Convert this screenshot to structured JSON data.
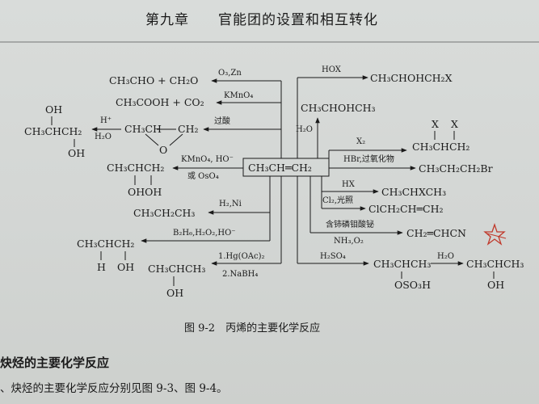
{
  "header": {
    "chapter": "第九章",
    "title": "官能团的设置和相互转化"
  },
  "diagram": {
    "center": "CH₃CH═CH₂",
    "left": [
      {
        "cond_top": "O₃,Zn",
        "product": "CH₃CHO + CH₂O"
      },
      {
        "cond_top": "KMnO₄",
        "product": "CH₃COOH + CO₂"
      },
      {
        "cond_top": "过酸",
        "epoxide": {
          "left": "CH₃CH",
          "right": "CH₂",
          "o": "O"
        },
        "next_top": "H⁺",
        "next_bottom": "H₂O",
        "diol": {
          "oh1": "OH",
          "chain": "CH₃CHCH₂",
          "oh2": "OH"
        }
      },
      {
        "cond_top": "KMnO₄, HO⁻",
        "cond_bottom": "或 OsO₄",
        "product": {
          "chain": "CH₃CHCH₂",
          "oh": "OHOH"
        }
      },
      {
        "cond_top": "H₂,Ni",
        "product": "CH₃CH₂CH₃"
      },
      {
        "cond_top": "B₂H₆,H₂O₂,HO⁻",
        "product": {
          "chain": "CH₃CHCH₂",
          "h": "H",
          "oh": "OH"
        }
      },
      {
        "cond_top": "1.Hg(OAc)₂",
        "cond_bottom": "2.NaBH₄",
        "product": {
          "chain": "CH₃CHCH₃",
          "oh": "OH"
        }
      }
    ],
    "right": [
      {
        "cond_top": "HOX",
        "product": "CH₃CHOHCH₂X"
      },
      {
        "cond_side": "H₂O",
        "product": "CH₃CHOHCH₃"
      },
      {
        "cond_top": "X₂",
        "product": {
          "x1": "X",
          "x2": "X",
          "chain": "CH₃CHCH₂"
        }
      },
      {
        "cond_top": "HBr,过氧化物",
        "product": "CH₃CH₂CH₂Br"
      },
      {
        "cond_top": "HX",
        "product": "CH₃CHXCH₃"
      },
      {
        "cond_top": "Cl₂,光照",
        "product": "ClCH₂CH═CH₂"
      },
      {
        "cond_top": "含铈磷钼酸铋",
        "cond_bottom": "NH₃,O₂",
        "product": "CH₂═CHCN"
      },
      {
        "cond_top": "H₂SO₄",
        "product": {
          "chain": "CH₃CHCH₃",
          "sub": "OSO₃H"
        },
        "next_top": "H₂O",
        "final": {
          "chain": "CH₃CHCH₃",
          "oh": "OH"
        }
      }
    ],
    "caption": "图 9-2　丙烯的主要化学反应"
  },
  "section": {
    "title": "炔烃的主要化学反应",
    "text": "、炔烃的主要化学反应分别见图 9-3、图 9-4。"
  },
  "colors": {
    "ink": "#1a1a1a",
    "mark": "#c0392b",
    "paper": "#d6d9d7"
  }
}
